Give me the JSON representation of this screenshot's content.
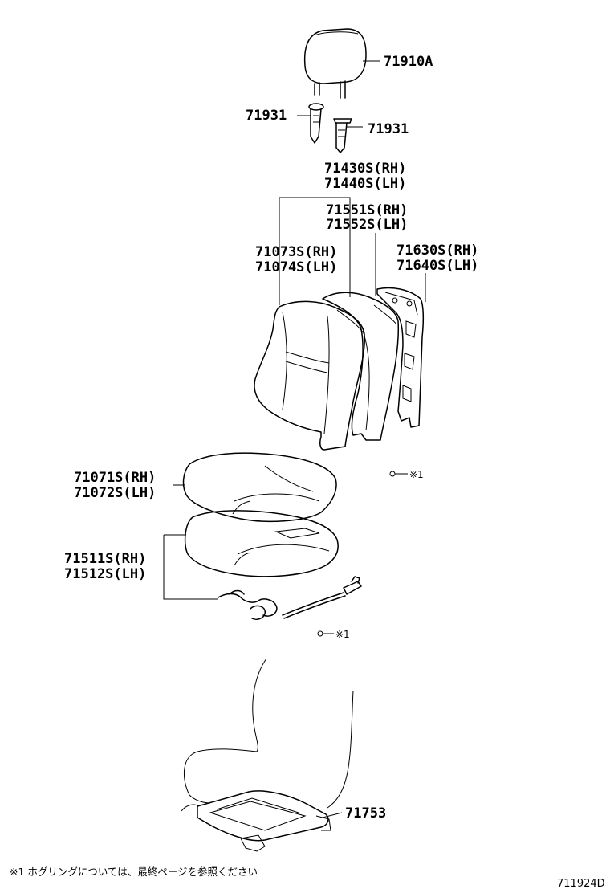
{
  "labels": {
    "headrest": "71910A",
    "support_left": "71931",
    "support_right": "71931",
    "back_cover_rh": "71430S(RH)",
    "back_cover_lh": "71440S(LH)",
    "back_pad_rh": "71551S(RH)",
    "back_pad_lh": "71552S(LH)",
    "back_assy_rh": "71073S(RH)",
    "back_assy_lh": "71074S(LH)",
    "back_frame_rh": "71630S(RH)",
    "back_frame_lh": "71640S(LH)",
    "cushion_assy_rh": "71071S(RH)",
    "cushion_assy_lh": "71072S(LH)",
    "cushion_pad_rh": "71511S(RH)",
    "cushion_pad_lh": "71512S(LH)",
    "shield": "71753"
  },
  "ref_marks": {
    "upper": "※1",
    "lower": "※1"
  },
  "footnote": "※1  ホグリングについては、最終ページを参照ください",
  "figure_code": "711924D"
}
